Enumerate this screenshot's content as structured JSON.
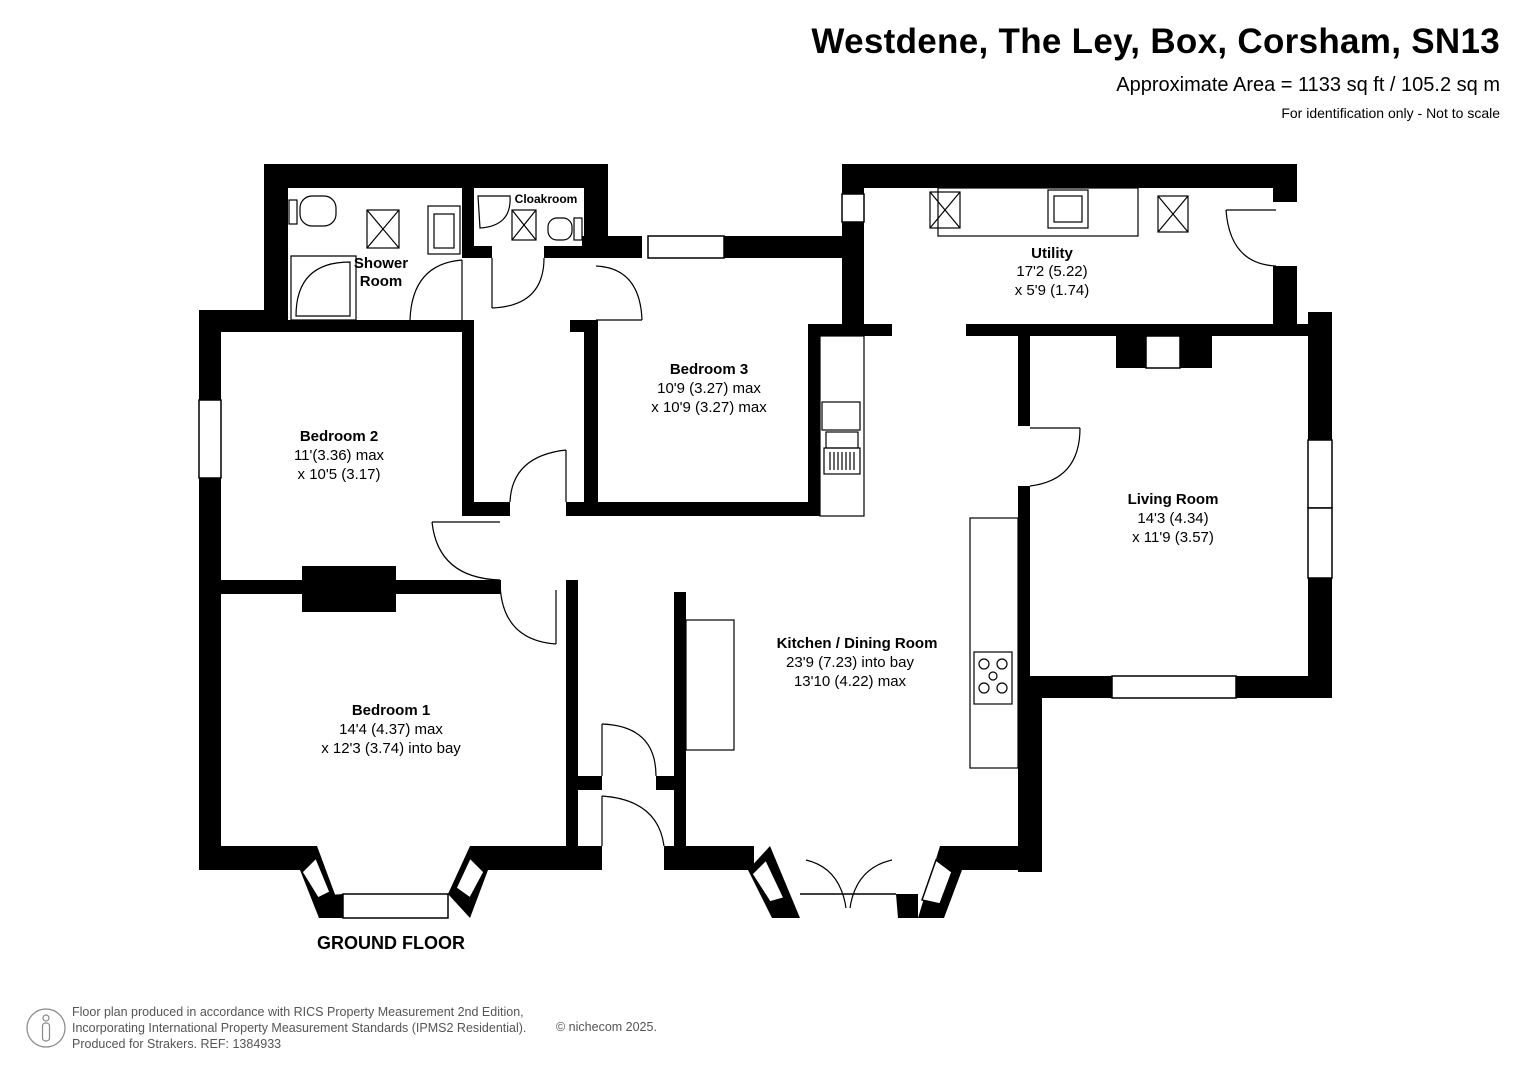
{
  "header": {
    "title": "Westdene, The Ley, Box, Corsham, SN13",
    "area": "Approximate Area = 1133 sq ft / 105.2 sq m",
    "note": "For identification only - Not to scale"
  },
  "floor_name": "GROUND FLOOR",
  "rooms": {
    "shower_room": {
      "name_line1": "Shower",
      "name_line2": "Room"
    },
    "cloakroom": {
      "name": "Cloakroom"
    },
    "utility": {
      "name": "Utility",
      "dim1": "17'2 (5.22)",
      "dim2": "x 5'9 (1.74)"
    },
    "bedroom3": {
      "name": "Bedroom 3",
      "dim1": "10'9 (3.27) max",
      "dim2": "x 10'9 (3.27) max"
    },
    "bedroom2": {
      "name": "Bedroom 2",
      "dim1": "11'(3.36) max",
      "dim2": "x 10'5 (3.17)"
    },
    "living_room": {
      "name": "Living Room",
      "dim1": "14'3 (4.34)",
      "dim2": "x 11'9 (3.57)"
    },
    "kitchen": {
      "name": "Kitchen / Dining Room",
      "dim1": "23'9 (7.23) into bay",
      "dim2": "13'10 (4.22) max"
    },
    "bedroom1": {
      "name": "Bedroom 1",
      "dim1": "14'4 (4.37) max",
      "dim2": "x 12'3 (3.74) into bay"
    }
  },
  "footer": {
    "line1": "Floor plan produced in accordance with RICS Property Measurement 2nd Edition,",
    "line2": "Incorporating International Property Measurement Standards (IPMS2 Residential).",
    "line3": "Produced for Strakers.    REF: 1384933",
    "copyright": "© nichecom 2025."
  },
  "colors": {
    "wall": "#000000",
    "fixture_stroke": "#000000",
    "background": "#ffffff"
  },
  "icons": [
    "person-logo-icon"
  ]
}
